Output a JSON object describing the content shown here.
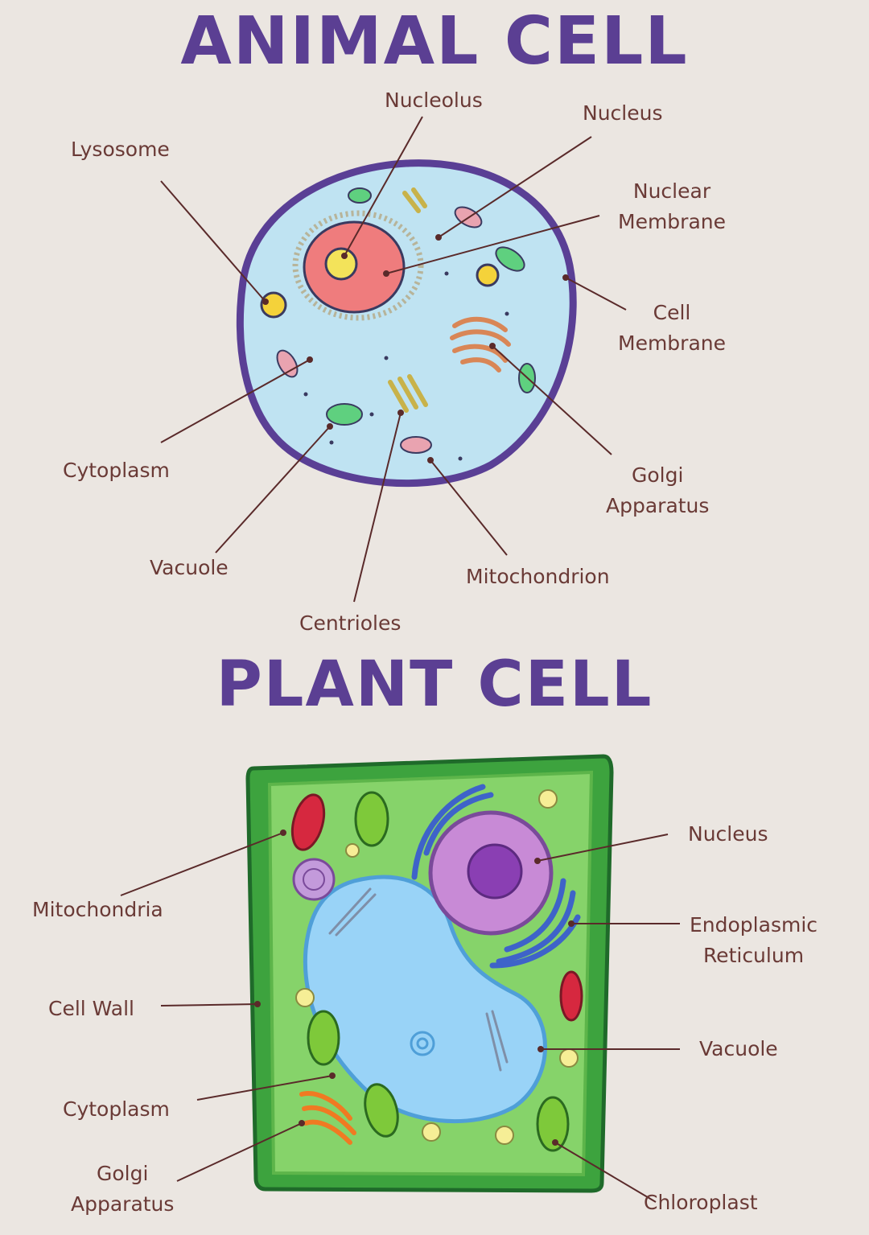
{
  "animal": {
    "title": "ANIMAL CELL",
    "labels": {
      "nucleolus": "Nucleolus",
      "nucleus": "Nucleus",
      "lysosome": "Lysosome",
      "nuclear_membrane_1": "Nuclear",
      "nuclear_membrane_2": "Membrane",
      "cell_membrane_1": "Cell",
      "cell_membrane_2": "Membrane",
      "cytoplasm": "Cytoplasm",
      "golgi_1": "Golgi",
      "golgi_2": "Apparatus",
      "vacuole": "Vacuole",
      "mitochondrion": "Mitochondrion",
      "centrioles": "Centrioles"
    }
  },
  "plant": {
    "title": "PLANT CELL",
    "labels": {
      "nucleus": "Nucleus",
      "mitochondria": "Mitochondria",
      "er_1": "Endoplasmic",
      "er_2": "Reticulum",
      "cell_wall": "Cell Wall",
      "vacuole": "Vacuole",
      "cytoplasm": "Cytoplasm",
      "golgi_1": "Golgi",
      "golgi_2": "Apparatus",
      "chloroplast": "Chloroplast"
    }
  },
  "colors": {
    "title": "#5b3f93",
    "label": "#6a3a36",
    "leader": "#5a2a2a",
    "background": "#ebe6e1"
  }
}
